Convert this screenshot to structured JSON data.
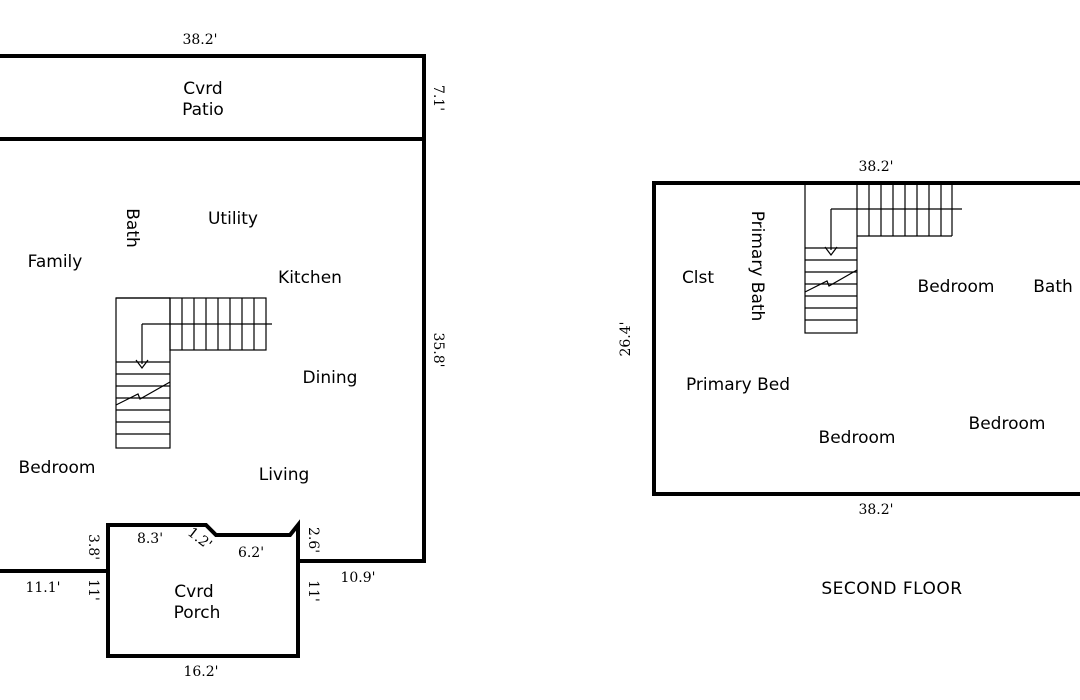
{
  "first_floor": {
    "rooms": {
      "cvrd_patio_line1": "Cvrd",
      "cvrd_patio_line2": "Patio",
      "bath": "Bath",
      "utility": "Utility",
      "family": "Family",
      "kitchen": "Kitchen",
      "dining": "Dining",
      "bedroom": "Bedroom",
      "living": "Living",
      "cvrd_porch_line1": "Cvrd",
      "cvrd_porch_line2": "Porch"
    },
    "dimensions": {
      "top_width": "38.2'",
      "patio_depth": "7.1'",
      "right_depth": "35.8'",
      "porch_left_offset": "3.8'",
      "porch_top_left": "8.3'",
      "porch_angle": "1.2'",
      "porch_top_right": "6.2'",
      "porch_right_offset": "2.6'",
      "left_bottom": "11.1'",
      "porch_left_side": "11'",
      "porch_right_side": "11'",
      "right_bottom": "10.9'",
      "porch_bottom": "16.2'"
    }
  },
  "second_floor": {
    "caption": "SECOND FLOOR",
    "rooms": {
      "clst": "Clst",
      "primary_bath": "Primary Bath",
      "bedroom_top": "Bedroom",
      "bath": "Bath",
      "primary_bed": "Primary Bed",
      "bedroom_bottom_left": "Bedroom",
      "bedroom_bottom_right": "Bedroom"
    },
    "dimensions": {
      "top_width": "38.2'",
      "left_depth": "26.4'",
      "bottom_width": "38.2'"
    }
  }
}
